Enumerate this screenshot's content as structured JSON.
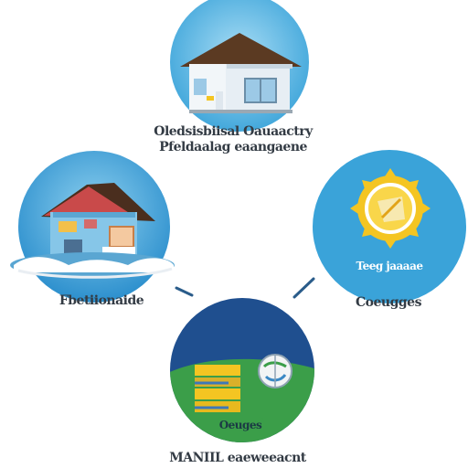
{
  "labels": {
    "top_title_line1": "Oledsisbiisal Oauaactry",
    "top_title_line2": "Pfeldaalag eaangaene",
    "left": "Fbetiionaide",
    "right_inner": "Teeg jaaaae",
    "right": "Coeugges",
    "bottom_inner": "Oeuges",
    "bottom": "MANIIL eaeweeacnt"
  },
  "colors": {
    "sky_blue": "#3aa3d9",
    "light_blue": "#7cc6ea",
    "roof_brown": "#5b3a22",
    "sun_yellow": "#f4c522",
    "navy": "#1f4f8f",
    "grass_green": "#3b9e49",
    "connector": "#2a5c8a"
  },
  "icons": [
    "house-icon",
    "snow-house-icon",
    "sun-icon",
    "coin-stack-icon",
    "globe-icon"
  ]
}
